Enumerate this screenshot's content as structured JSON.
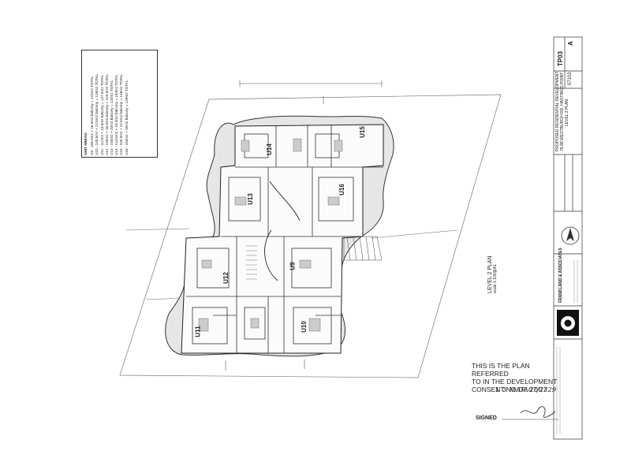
{
  "unit_areas": {
    "heading": "UNIT AREAS:",
    "rows": [
      "U9 - 106.5m2 + 16.5m2 balcony = 123m2 TOTAL",
      "U10 - 103.5m2 + 22.5m2 balcony = 126m2 TOTAL",
      "U11 - 112m2 + 15.5m2 balcony = 127.5m2 TOTAL",
      "U12 - 104m2 + 16.5m2 balcony = 120.5m2 TOTAL",
      "U13 - 104m2 + 20m2 balcony = 124m2 TOTAL",
      "U14 - 114.5m2 + 18.5m2 balcony = 133m2 TOTAL",
      "U15 - 103.5m2 + 22.5m2 balcony = 126m2 TOTAL",
      "U16 - 104m2 + 25m2 balcony = 129m2 TOTAL"
    ]
  },
  "plan": {
    "title": "LEVEL 2 PLAN",
    "scale": "scale 1:100@A1",
    "units": [
      "U9",
      "U10",
      "U11",
      "U12",
      "U13",
      "U14",
      "U15",
      "U16"
    ]
  },
  "stamp": {
    "line1": "THIS IS THE PLAN REFERRED",
    "line2": "TO IN THE DEVELOPMENT",
    "line3": "CONSENT No.",
    "consent_no": "DA07/2329",
    "date": "1 3  MAR 2007",
    "signed": "SIGNED"
  },
  "title_block": {
    "project_line1": "PROPOSED RESIDENTIAL DEVELOPMENT",
    "project_line2": "79-88 WESTBURGH RD, HASTINGS POINT",
    "drawing": "LEVEL 2 PLAN",
    "sheet_no": "TP03",
    "revision": "A",
    "job_no": "07102",
    "firm": "FRANKLAND & ASSOCIATES"
  }
}
